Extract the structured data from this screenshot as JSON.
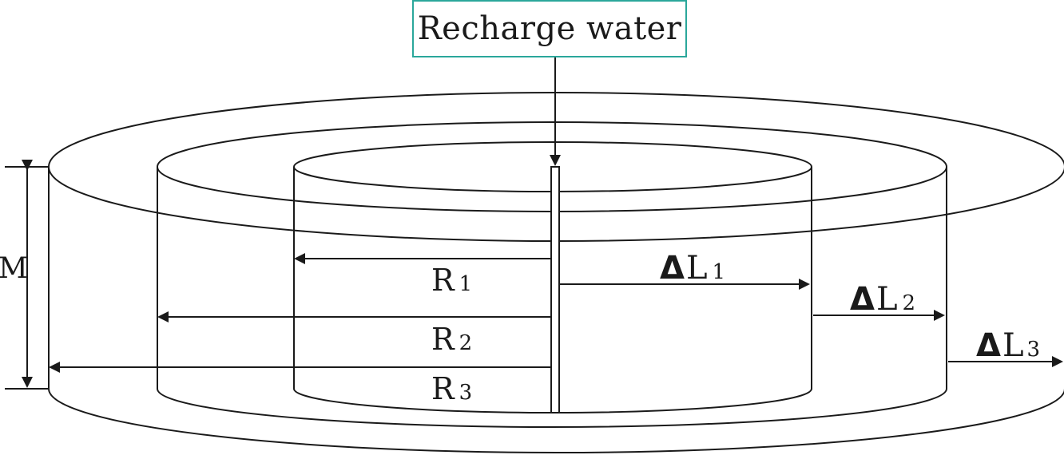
{
  "recharge_label": "Recharge water",
  "thickness_label": "M",
  "radius_labels": [
    {
      "base": "R",
      "sub": "1"
    },
    {
      "base": "R",
      "sub": "2"
    },
    {
      "base": "R",
      "sub": "3"
    }
  ],
  "delta_labels": [
    {
      "delta": "Δ",
      "base": "L",
      "sub": "1"
    },
    {
      "delta": "Δ",
      "base": "L",
      "sub": "2"
    },
    {
      "delta": "Δ",
      "base": "L",
      "sub": "3"
    }
  ],
  "colors": {
    "line": "#1a1a1a",
    "box_border": "#2aa79b"
  }
}
